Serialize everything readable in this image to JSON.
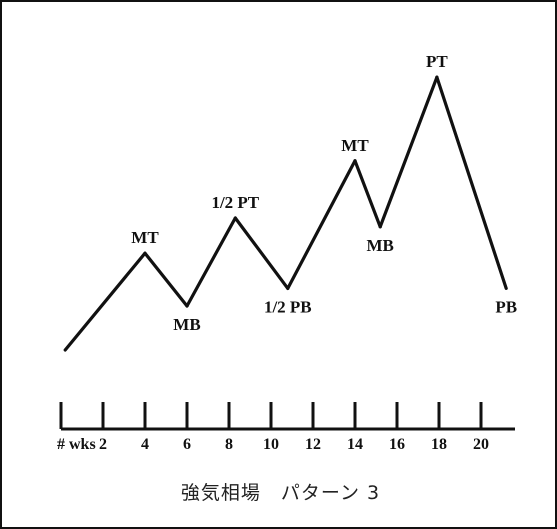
{
  "caption": "強気相場　パターン 3",
  "chart_data": {
    "type": "line",
    "title": "",
    "xlabel": "# wks",
    "ylabel": "",
    "x_ticks": [
      2,
      4,
      6,
      8,
      10,
      12,
      14,
      16,
      18,
      20
    ],
    "x_tick_labels": [
      "2",
      "4",
      "6",
      "8",
      "10",
      "12",
      "14",
      "16",
      "18",
      "20"
    ],
    "xlim": [
      0,
      22
    ],
    "series": [
      {
        "points": [
          {
            "x": 0.2,
            "y": 5,
            "label": ""
          },
          {
            "x": 4,
            "y": 27,
            "label": "MT"
          },
          {
            "x": 6,
            "y": 15,
            "label": "MB"
          },
          {
            "x": 8.3,
            "y": 35,
            "label": "1/2 PT"
          },
          {
            "x": 10.8,
            "y": 19,
            "label": "1/2 PB"
          },
          {
            "x": 14,
            "y": 48,
            "label": "MT"
          },
          {
            "x": 15.2,
            "y": 33,
            "label": "MB"
          },
          {
            "x": 17.9,
            "y": 67,
            "label": "PT"
          },
          {
            "x": 21.2,
            "y": 19,
            "label": "PB"
          }
        ]
      }
    ],
    "colors": {
      "line": "#111111",
      "background": "#ffffff"
    }
  }
}
